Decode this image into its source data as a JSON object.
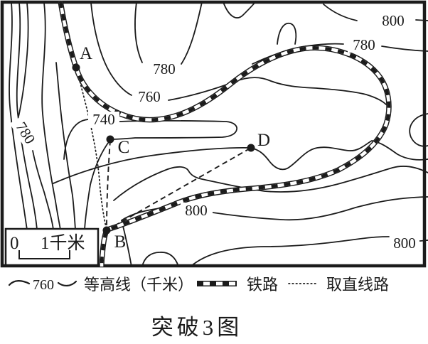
{
  "title": "突破3图",
  "map": {
    "points": [
      {
        "id": "A",
        "label": "A",
        "on": "railway"
      },
      {
        "id": "B",
        "label": "B",
        "on": "railway"
      },
      {
        "id": "C",
        "label": "C",
        "on": "contour"
      },
      {
        "id": "D",
        "label": "D",
        "on": "contour"
      }
    ],
    "contour_labels": [
      {
        "value": "780",
        "location": "upper-center-valley"
      },
      {
        "value": "760",
        "location": "upper-center"
      },
      {
        "value": "740",
        "location": "center-left"
      },
      {
        "value": "780",
        "location": "left-rotated"
      },
      {
        "value": "800",
        "location": "top-right"
      },
      {
        "value": "780",
        "location": "upper-right"
      },
      {
        "value": "800",
        "location": "south-center"
      },
      {
        "value": "800",
        "location": "bottom-right"
      }
    ],
    "scale_bar": {
      "zero_label": "0",
      "distance_label": "1千米"
    }
  },
  "legend": {
    "contour": {
      "symbol_value": "760",
      "label": "等高线（千米）"
    },
    "railway": {
      "label": "铁路"
    },
    "straight_route": {
      "label": "取直线路"
    }
  },
  "colors": {
    "ink": "#1b1b1b",
    "background": "#ffffff"
  }
}
